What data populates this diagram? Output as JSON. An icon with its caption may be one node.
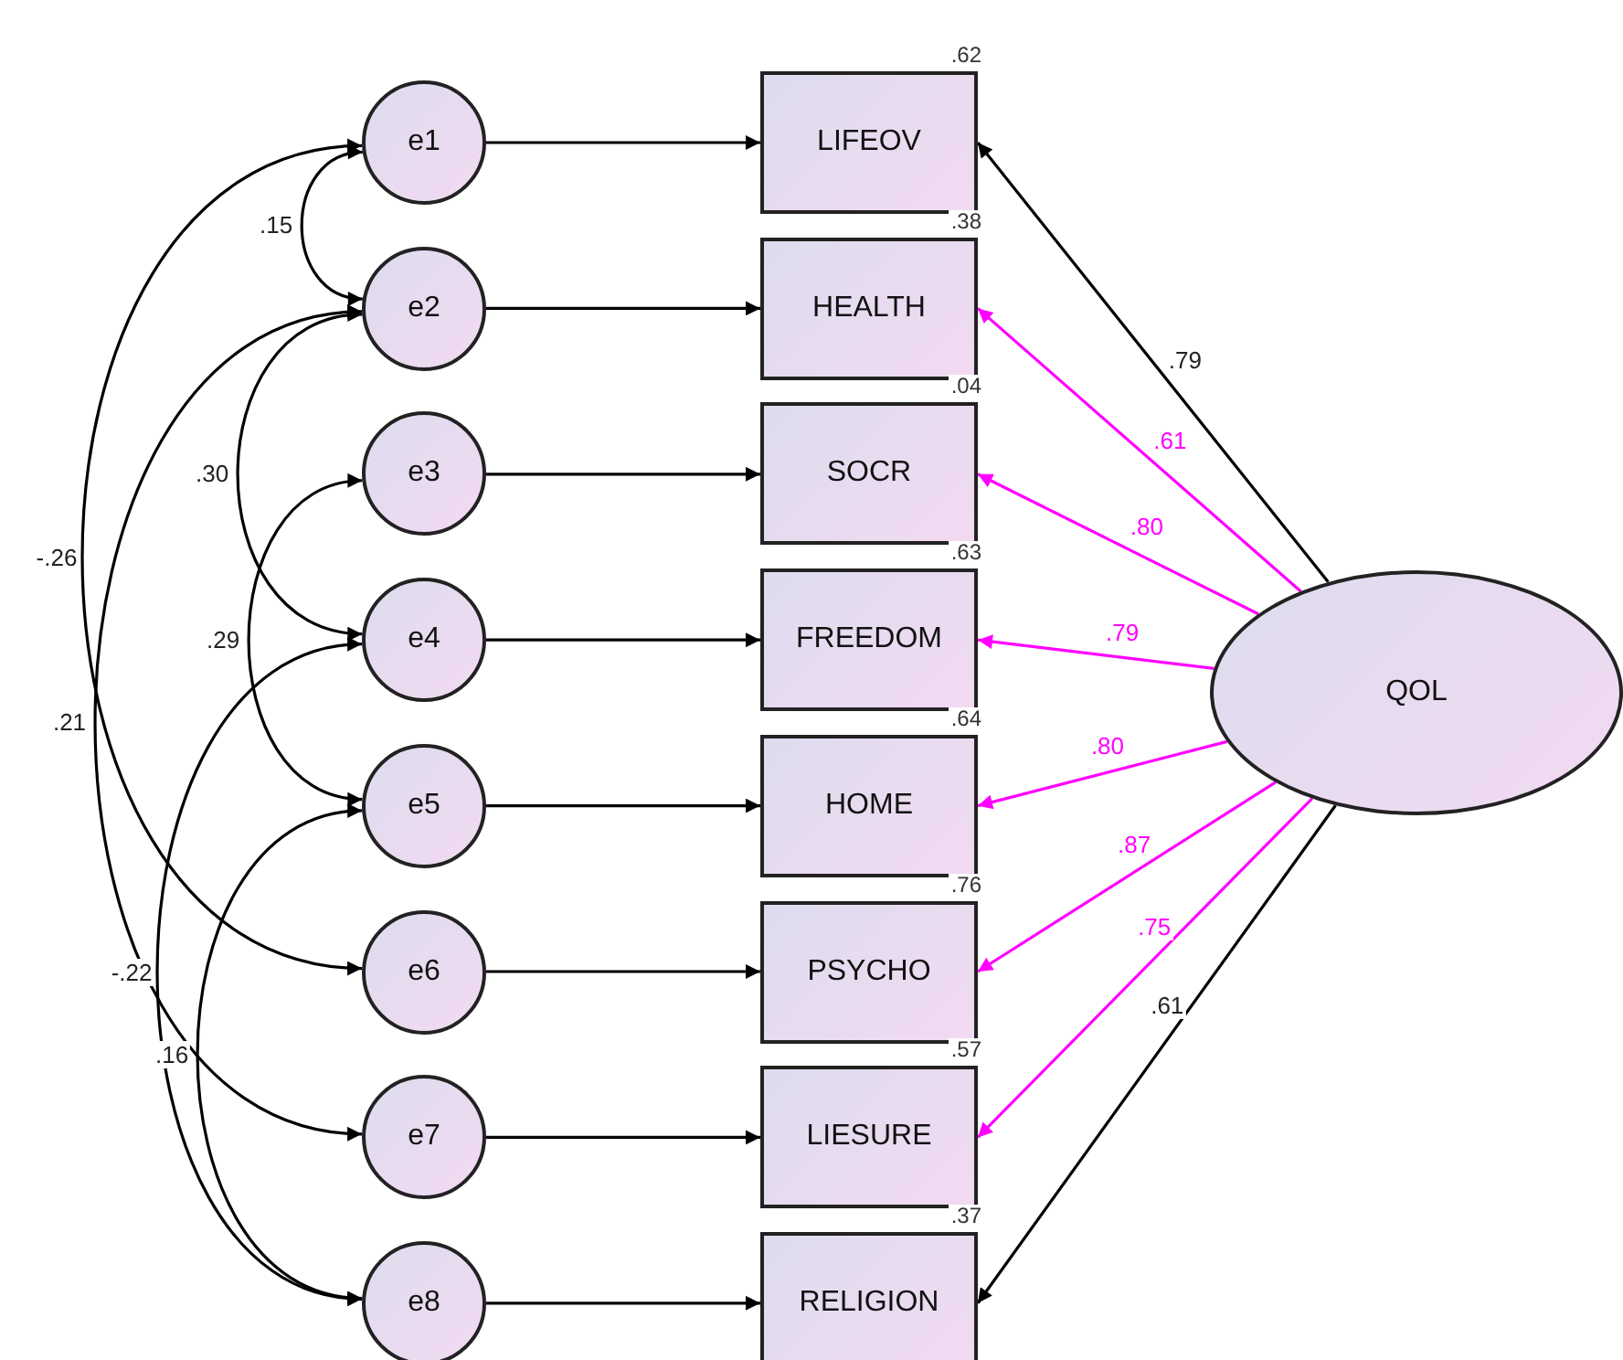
{
  "diagram": {
    "nodes": [
      {
        "text": [
          "e1"
        ]
      },
      {
        "text": [
          "e2"
        ]
      },
      {
        "text": [
          "e3"
        ]
      },
      {
        "text": [
          "e4"
        ]
      },
      {
        "text": [
          "e5"
        ]
      },
      {
        "text": [
          "e6"
        ]
      },
      {
        "text": [
          "e7"
        ]
      },
      {
        "text": [
          "e8"
        ]
      },
      {
        "text": [
          "LIFEOV"
        ],
        "beside": [
          ".62"
        ]
      },
      {
        "text": [
          "HEALTH"
        ],
        "beside": [
          ".38"
        ]
      },
      {
        "text": [
          "SOCR"
        ],
        "beside": [
          ".04"
        ]
      },
      {
        "text": [
          "FREEDOM"
        ],
        "beside": [
          ".63"
        ]
      },
      {
        "text": [
          "HOME"
        ],
        "beside": [
          ".64"
        ]
      },
      {
        "text": [
          "PSYCHO"
        ],
        "beside": [
          ".76"
        ]
      },
      {
        "text": [
          "LIESURE"
        ],
        "beside": [
          ".57"
        ]
      },
      {
        "text": [
          "RELIGION"
        ],
        "beside": [
          ".37"
        ]
      },
      {
        "text": [
          "QOL"
        ]
      }
    ],
    "edges": [
      {
        "from": 0,
        "to": 8,
        "arrow": "to"
      },
      {
        "from": 1,
        "to": 9,
        "arrow": "to"
      },
      {
        "from": 2,
        "to": 10,
        "arrow": "to"
      },
      {
        "from": 3,
        "to": 11,
        "arrow": "to"
      },
      {
        "from": 4,
        "to": 12,
        "arrow": "to"
      },
      {
        "from": 5,
        "to": 13,
        "arrow": "to"
      },
      {
        "from": 6,
        "to": 14,
        "arrow": "to"
      },
      {
        "from": 7,
        "to": 15,
        "arrow": "to"
      },
      {
        "from": 16,
        "to": 8,
        "arrow": "to",
        "label": ".79"
      },
      {
        "from": 16,
        "to": 9,
        "arrow": "to",
        "label": ".61",
        "color": "#ff00ff"
      },
      {
        "from": 16,
        "to": 10,
        "arrow": "to",
        "label": ".80",
        "color": "#ff00ff"
      },
      {
        "from": 16,
        "to": 11,
        "arrow": "to",
        "label": ".79",
        "color": "#ff00ff"
      },
      {
        "from": 16,
        "to": 12,
        "arrow": "to",
        "label": ".80",
        "color": "#ff00ff"
      },
      {
        "from": 16,
        "to": 13,
        "arrow": "to",
        "label": ".87",
        "color": "#ff00ff"
      },
      {
        "from": 16,
        "to": 14,
        "arrow": "to",
        "label": ".75",
        "color": "#ff00ff"
      },
      {
        "from": 16,
        "to": 15,
        "arrow": "to",
        "label": ".61"
      },
      {
        "from": 0,
        "to": 1,
        "arrow": "both",
        "label": ".15"
      },
      {
        "from": 0,
        "to": 5,
        "arrow": "both",
        "label": "-.26"
      },
      {
        "from": 1,
        "to": 6,
        "arrow": "both",
        "label": ".21"
      },
      {
        "from": 1,
        "to": 3,
        "arrow": "both",
        "label": ".30"
      },
      {
        "from": 2,
        "to": 4,
        "arrow": "both",
        "label": ".29"
      },
      {
        "from": 3,
        "to": 7,
        "arrow": "both",
        "label": "-.22"
      },
      {
        "from": 4,
        "to": 7,
        "arrow": "both",
        "label": ".16"
      }
    ]
  }
}
